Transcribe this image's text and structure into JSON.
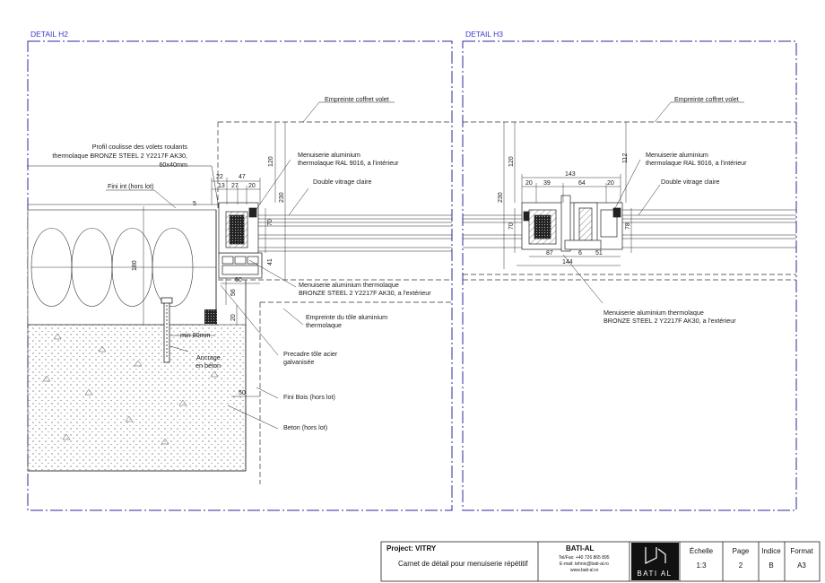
{
  "details": {
    "h2": {
      "title": "DETAIL H2"
    },
    "h3": {
      "title": "DETAIL H3"
    }
  },
  "labels": {
    "empreinte_coffret_h2": "Empreinte coffret volet",
    "empreinte_coffret_h3": "Empreinte coffret volet",
    "profil_coulisse": [
      "Profil coulisse des volets roulants",
      "thermolaque BRONZE STEEL 2 Y2217F AK30,",
      "60x40mm"
    ],
    "menuiserie_int_h2": [
      "Menuiserie aluminium",
      "thermolaque RAL 9016, a l'intérieur"
    ],
    "menuiserie_int_h3": [
      "Menuiserie aluminium",
      "thermolaque RAL 9016, a l'intérieur"
    ],
    "double_vitrage_h2": "Double vitrage claire",
    "double_vitrage_h3": "Double vitrage claire",
    "fini_int": "Fini int (hors lot)",
    "menuiserie_ext_h2": [
      "Menuiserie aluminium thermolaque",
      "BRONZE STEEL 2 Y2217F AK30, a l'extérieur"
    ],
    "menuiserie_ext_h3": [
      "Menuiserie aluminium thermolaque",
      "BRONZE STEEL 2 Y2217F AK30, a l'extérieur"
    ],
    "empreinte_tole": [
      "Empreinte du tôle aluminium",
      "thermolaque"
    ],
    "min_80": "min 80mm",
    "ancrage": [
      "Ancrage",
      "en béton"
    ],
    "precadre": [
      "Precadre tôle acier",
      "galvanisée"
    ],
    "fini_bois": "Fini Bois (hors lot)",
    "beton": "Beton (hors lot)"
  },
  "dims_h2": {
    "d22": "22",
    "d47": "47",
    "d13": "13",
    "d27": "27",
    "d20": "20",
    "d120": "120",
    "d230": "230",
    "d5": "5",
    "d70": "70",
    "d180": "180",
    "d41": "41",
    "d60": "60",
    "d56": "56",
    "d20b": "20",
    "d50": "50"
  },
  "dims_h3": {
    "d143": "143",
    "d20a": "20",
    "d39": "39",
    "d64": "64",
    "d20b": "20",
    "d120": "120",
    "d112": "112",
    "d230": "230",
    "d70": "70",
    "d78": "78",
    "d87": "87",
    "d6": "6",
    "d51": "51",
    "d144": "144"
  },
  "title_block": {
    "project_label": "Project:",
    "project_name": "VITRY",
    "description": "Carnet de détail pour menuiserie répétitif",
    "company": "BATI-AL",
    "contact": [
      "Tel/Fax: +40 726 865 895",
      "E-mail: tehnic@bati-al.ro",
      "www.bati-al.ro"
    ],
    "logo_text": "BATI AL",
    "columns": [
      {
        "header": "Échelle",
        "value": "1:3"
      },
      {
        "header": "Page",
        "value": "2"
      },
      {
        "header": "Indice",
        "value": "B"
      },
      {
        "header": "Format",
        "value": "A3"
      }
    ]
  },
  "colors": {
    "title_blue": "#3a3acc",
    "frame_blue": "#2b2b9a",
    "line": "#222222"
  }
}
